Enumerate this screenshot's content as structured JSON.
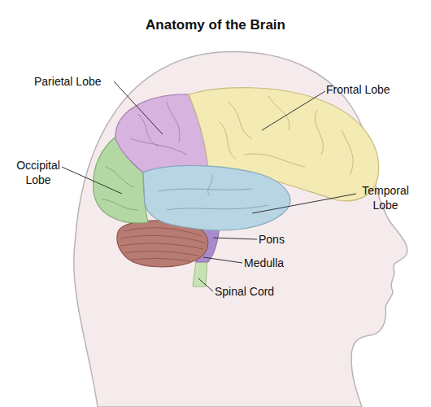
{
  "diagram": {
    "title": "Anatomy of the Brain",
    "labels": [
      "Parietal Lobe",
      "Frontal Lobe",
      "Occipital Lobe",
      "Temporal Lobe",
      "Pons",
      "Medulla",
      "Spinal Cord"
    ]
  }
}
